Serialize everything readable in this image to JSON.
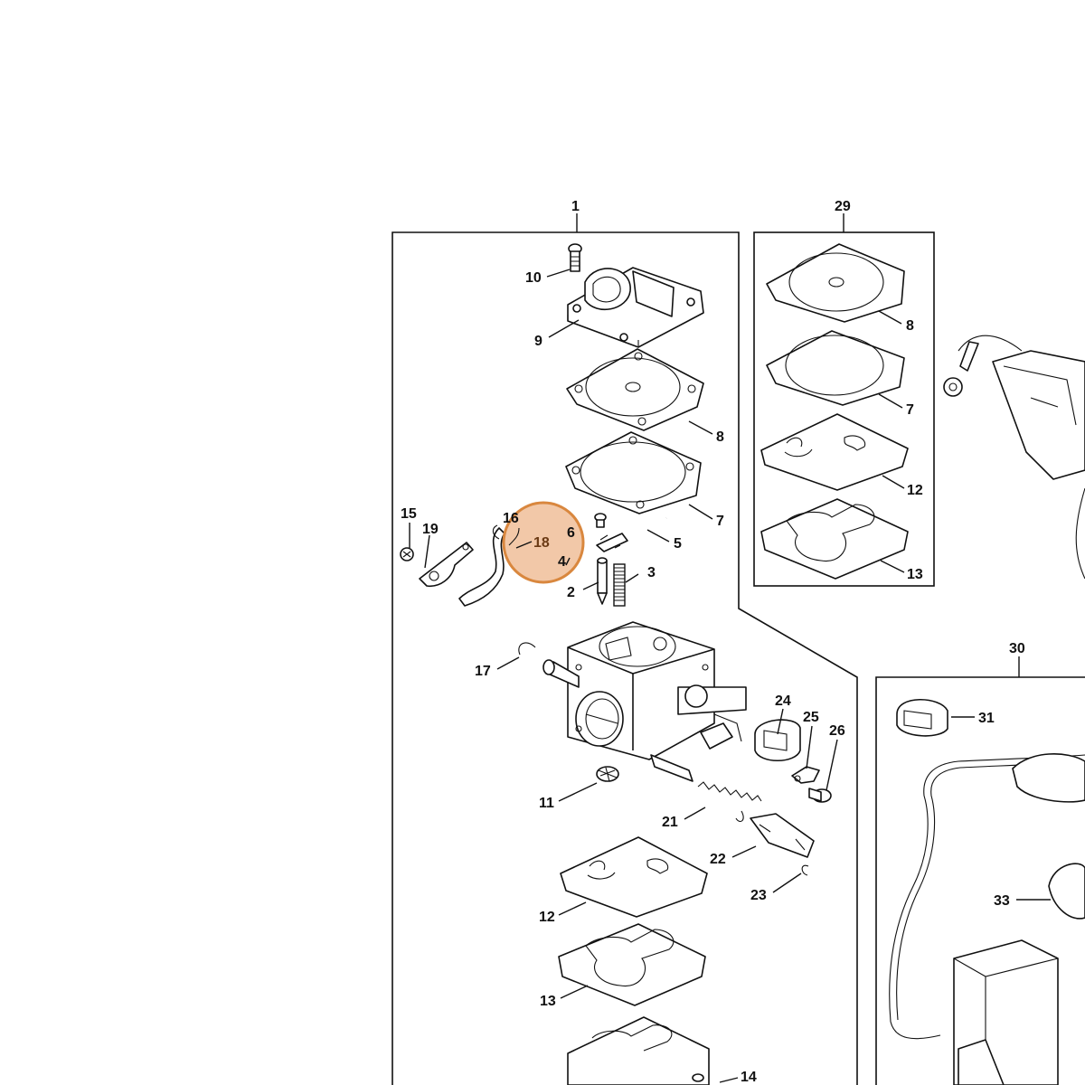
{
  "diagram": {
    "highlight_color": "#f2c8a8",
    "highlight_stroke": "#d9873e",
    "highlighted_callout": "18",
    "callouts": {
      "c1": "1",
      "c29": "29",
      "c30": "30",
      "c10": "10",
      "c9": "9",
      "c8a": "8",
      "c7a": "7",
      "c15": "15",
      "c19": "19",
      "c16": "16",
      "c18": "18",
      "c6": "6",
      "c5": "5",
      "c4": "4",
      "c3": "3",
      "c2": "2",
      "c17": "17",
      "c24": "24",
      "c25": "25",
      "c26": "26",
      "c11": "11",
      "c21": "21",
      "c22": "22",
      "c23": "23",
      "c12a": "12",
      "c13a": "13",
      "c14": "14",
      "c8b": "8",
      "c7b": "7",
      "c12b": "12",
      "c13b": "13",
      "c31": "31",
      "c33": "33"
    }
  }
}
